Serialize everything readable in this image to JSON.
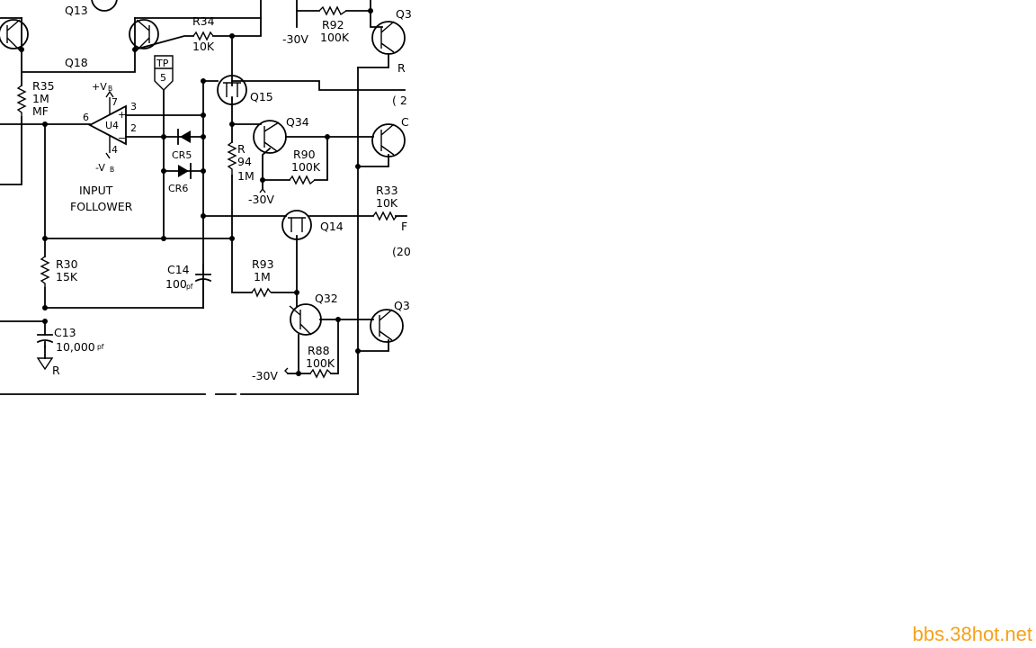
{
  "colors": {
    "ink": "#000000",
    "paper": "#ffffff",
    "watermark": "#f5a11b"
  },
  "labels": {
    "q13": "Q13",
    "q18": "Q18",
    "r34": "R34",
    "r34v": "10K",
    "r92": "R92",
    "r92v": "100K",
    "m30a": "-30V",
    "r35": "R35",
    "r35v": "1M",
    "r35mf": "MF",
    "tp": "TP",
    "tp5": "5",
    "q15": "Q15",
    "q34": "Q34",
    "vbp": "+V",
    "vbm": "-V",
    "vsub": "B",
    "pin7": "7",
    "pin3": "3",
    "pin2": "2",
    "pin6": "6",
    "pin4": "4",
    "u4": "U4",
    "plus": "+",
    "minus": "−",
    "cr5": "CR5",
    "cr6": "CR6",
    "r94a": "R",
    "r94b": "94",
    "r94v": "1M",
    "r90": "R90",
    "r90v": "100K",
    "m30b": "-30V",
    "input": "INPUT",
    "follower": "FOLLOWER",
    "r33": "R33",
    "r33v": "10K",
    "q14": "Q14",
    "r30": "R30",
    "r30v": "15K",
    "c14": "C14",
    "c14v": "100",
    "pf": "pf",
    "r93": "R93",
    "r93v": "1M",
    "q32": "Q32",
    "r88": "R88",
    "r88v": "100K",
    "m30c": "-30V",
    "c13": "C13",
    "c13v": "10,000",
    "pf2": "pf",
    "gndr": "R",
    "e_q3a": "Q3",
    "e_r": "R",
    "e_2": "( 2",
    "e_c": "C",
    "e_f": "F",
    "e_20": "(20",
    "e_q3b": "Q3"
  },
  "watermark": "bbs.38hot.net"
}
